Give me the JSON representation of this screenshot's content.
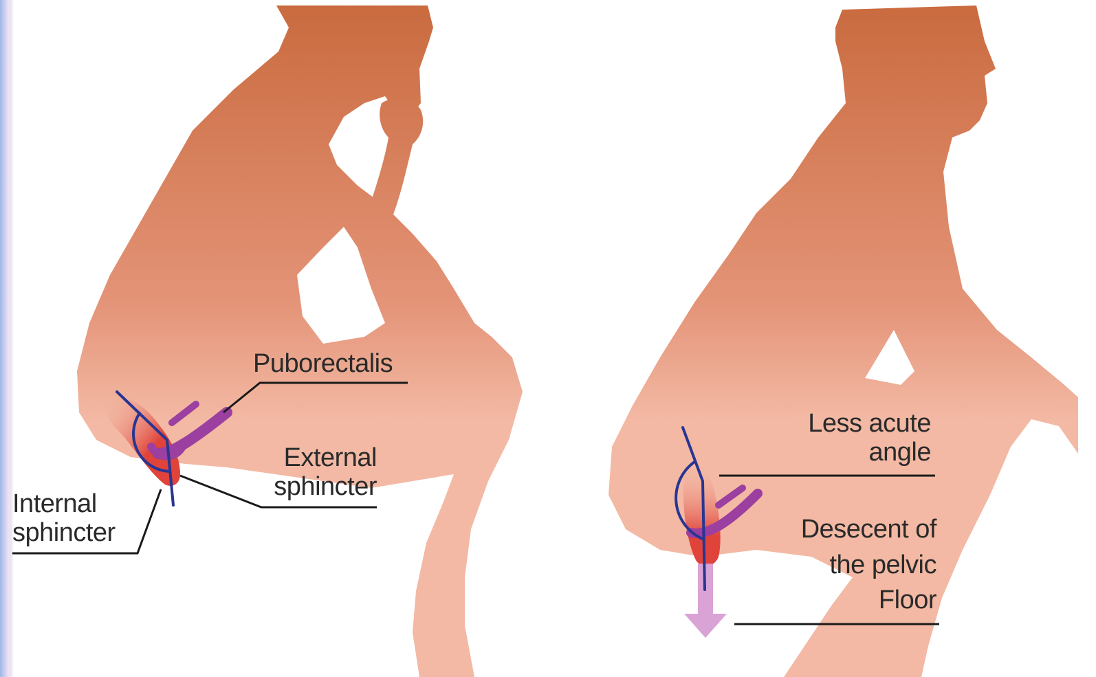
{
  "colors": {
    "skin_top": "#c96a3e",
    "skin_mid": "#e49478",
    "skin_bottom": "#f3b9a4",
    "rectum": "#e0433a",
    "muscle": "#9b3fa0",
    "angle_line": "#283593",
    "arrow": "#d9a3d6"
  },
  "left_figure": {
    "pose": "sitting",
    "labels": {
      "puborectalis": "Puborectalis",
      "external_1": "External",
      "external_2": "sphincter",
      "internal_1": "Internal",
      "internal_2": "sphincter"
    }
  },
  "right_figure": {
    "pose": "squatting",
    "labels": {
      "angle_1": "Less acute",
      "angle_2": "angle",
      "descent_1": "Desecent of",
      "descent_2": "the pelvic",
      "descent_3": "Floor"
    }
  }
}
